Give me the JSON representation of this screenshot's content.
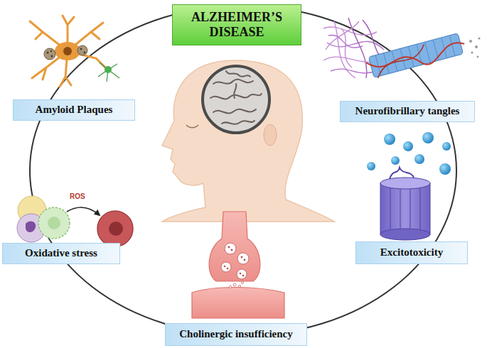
{
  "diagram": {
    "title": "ALZHEIMER’S DISEASE",
    "nodes": [
      {
        "text": [
          "Amyloid Plaques"
        ]
      },
      {
        "text": [
          "Neurofibrillary tangles"
        ]
      },
      {
        "text": [
          "Oxidative stress"
        ]
      },
      {
        "text": [
          "Excitotoxicity"
        ]
      },
      {
        "text": [
          "Cholinergic insufficiency"
        ]
      }
    ],
    "labels": [
      "ROS"
    ]
  }
}
